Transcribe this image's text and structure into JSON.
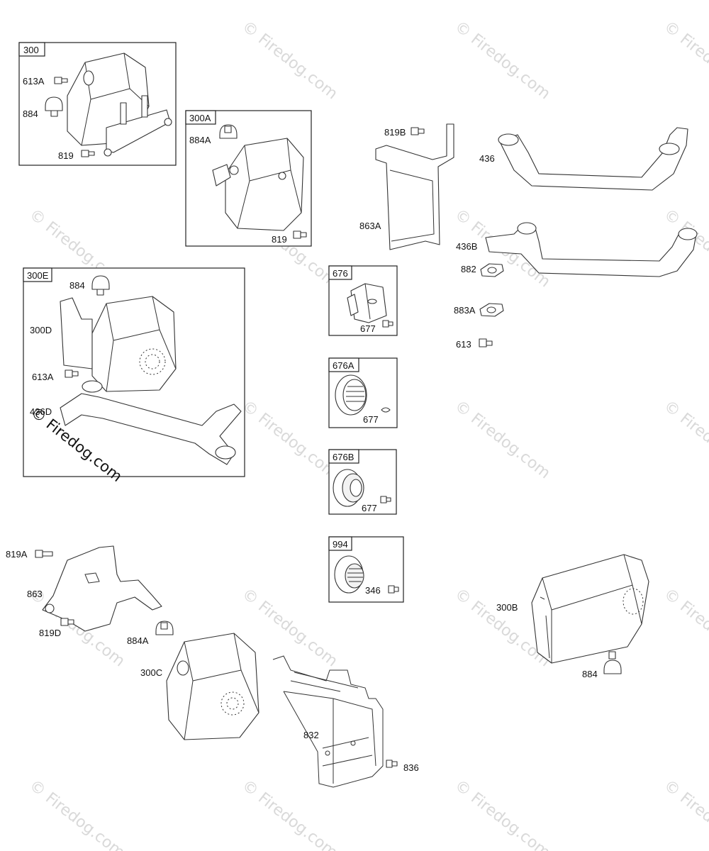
{
  "watermark": {
    "text": "© Firedog.com"
  },
  "boxes": {
    "b300": "300",
    "b300A": "300A",
    "b300E": "300E",
    "b676": "676",
    "b676A": "676A",
    "b676B": "676B",
    "b994": "994"
  },
  "labels": {
    "l613A_a": "613A",
    "l884_a": "884",
    "l819_a": "819",
    "l884A_a": "884A",
    "l819_b": "819",
    "l884_b": "884",
    "l300D": "300D",
    "l613A_b": "613A",
    "l436D": "436D",
    "l819B": "819B",
    "l863A_a": "863A",
    "l436": "436",
    "l436B": "436B",
    "l882": "882",
    "l883A": "883A",
    "l613": "613",
    "l677_a": "677",
    "l677_b": "677",
    "l677_c": "677",
    "l346": "346",
    "l819A": "819A",
    "l863": "863",
    "l819D": "819D",
    "l884A_b": "884A",
    "l300C": "300C",
    "l832": "832",
    "l836": "836",
    "l300B": "300B",
    "l884_c": "884"
  }
}
